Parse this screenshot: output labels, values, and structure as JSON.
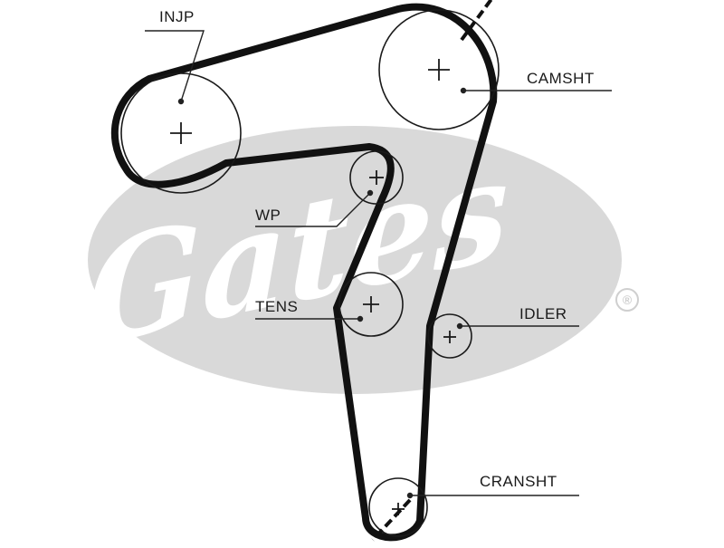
{
  "diagram": {
    "labels": {
      "injp": "INJP",
      "camsht": "CAMSHT",
      "wp": "WP",
      "tens": "TENS",
      "idler": "IDLER",
      "cransht": "CRANSHT"
    },
    "watermark": {
      "brand": "Gates",
      "registered_mark": "®"
    },
    "colors": {
      "belt": "#111111",
      "pulley": "#1a1a1a",
      "leader": "#222222",
      "watermark": "#d4d4d4",
      "background": "#ffffff"
    }
  }
}
